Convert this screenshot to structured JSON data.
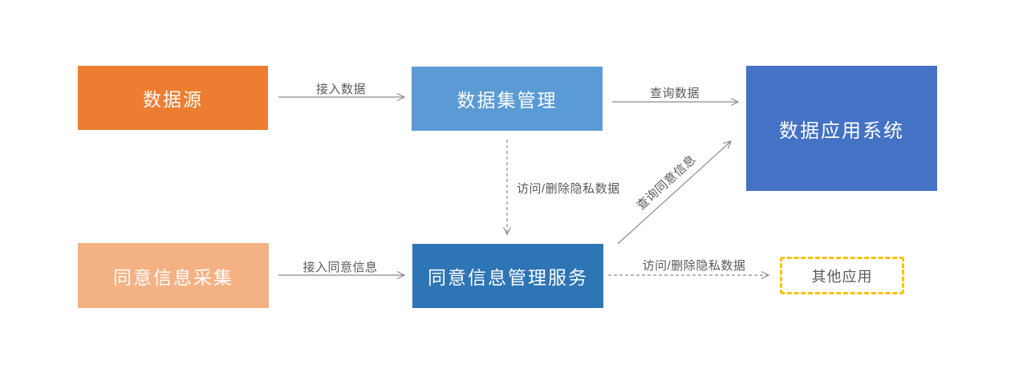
{
  "diagram": {
    "background": "#FFFFFF",
    "edge_color": "#8C8C8C",
    "edge_label_color": "#595959",
    "nodes": [
      {
        "id": "data-source",
        "label": "数据源",
        "fill": "#ED7D31",
        "text_color": "#FFFFFF",
        "shape": "rect"
      },
      {
        "id": "dataset-management",
        "label": "数据集管理",
        "fill": "#5B9BD5",
        "text_color": "#FFFFFF",
        "shape": "rect"
      },
      {
        "id": "data-application-system",
        "label": "数据应用系统",
        "fill": "#4472C4",
        "text_color": "#FFFFFF",
        "shape": "rect"
      },
      {
        "id": "consent-info-collection",
        "label": "同意信息采集",
        "fill": "#F4B183",
        "text_color": "#FFFFFF",
        "shape": "rect"
      },
      {
        "id": "consent-management-service",
        "label": "同意信息管理服务",
        "fill": "#2E75B6",
        "text_color": "#FFFFFF",
        "shape": "rect"
      },
      {
        "id": "other-applications",
        "label": "其他应用",
        "fill": "#FFFFFF",
        "border_color": "#FFC000",
        "text_color": "#595959",
        "shape": "dashed-outline-rect"
      }
    ],
    "edges": [
      {
        "from": "data-source",
        "to": "dataset-management",
        "label": "接入数据",
        "line": "solid",
        "direction": "right"
      },
      {
        "from": "dataset-management",
        "to": "data-application-system",
        "label": "查询数据",
        "line": "solid",
        "direction": "right"
      },
      {
        "from": "dataset-management",
        "to": "consent-management-service",
        "label": "访问/删除隐私数据",
        "line": "dashed",
        "direction": "down"
      },
      {
        "from": "consent-info-collection",
        "to": "consent-management-service",
        "label": "接入同意信息",
        "line": "solid",
        "direction": "right"
      },
      {
        "from": "consent-management-service",
        "to": "data-application-system",
        "label": "查询同意信息",
        "line": "solid",
        "direction": "up-right-diagonal"
      },
      {
        "from": "consent-management-service",
        "to": "other-applications",
        "label": "访问/删除隐私数据",
        "line": "dashed",
        "direction": "right"
      }
    ]
  }
}
